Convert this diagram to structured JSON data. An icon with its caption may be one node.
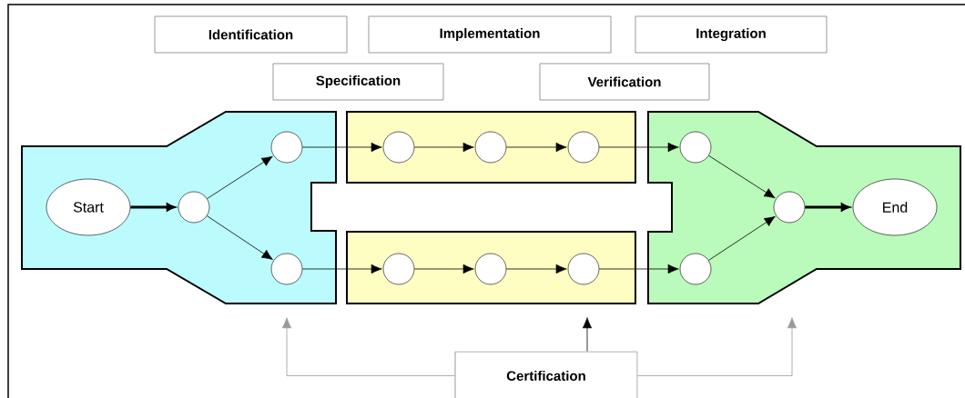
{
  "diagram": {
    "nodes": [
      {
        "text": [
          "Identification"
        ]
      },
      {
        "text": [
          "Implementation"
        ]
      },
      {
        "text": [
          "Integration"
        ]
      },
      {
        "text": [
          "Specification"
        ]
      },
      {
        "text": [
          "Verification"
        ]
      },
      {
        "text": [],
        "shape": "box"
      },
      {
        "text": [],
        "shape": "box"
      },
      {
        "text": [],
        "shape": "box"
      },
      {
        "text": [],
        "shape": "box"
      },
      {
        "text": [
          "Start"
        ],
        "in": 5
      },
      {
        "text": [],
        "shape": "circle",
        "in": 5
      },
      {
        "text": [],
        "shape": "circle",
        "in": 5
      },
      {
        "text": [],
        "shape": "circle",
        "in": 5
      },
      {
        "text": [],
        "shape": "circle",
        "in": 6
      },
      {
        "text": [],
        "shape": "circle",
        "in": 6
      },
      {
        "text": [],
        "shape": "circle",
        "in": 6
      },
      {
        "text": [],
        "shape": "circle",
        "in": 7
      },
      {
        "text": [],
        "shape": "circle",
        "in": 7
      },
      {
        "text": [],
        "shape": "circle",
        "in": 7
      },
      {
        "text": [],
        "shape": "circle",
        "in": 8
      },
      {
        "text": [],
        "shape": "circle",
        "in": 8
      },
      {
        "text": [],
        "shape": "circle",
        "in": 8
      },
      {
        "text": [
          "End"
        ],
        "in": 8
      },
      {
        "text": [
          "Certification"
        ]
      }
    ],
    "edges": [
      {
        "from": 9,
        "to": 10,
        "arrow": "to",
        "style": "thick"
      },
      {
        "from": 10,
        "to": 11,
        "arrow": "to"
      },
      {
        "from": 10,
        "to": 12,
        "arrow": "to"
      },
      {
        "from": 11,
        "to": 13,
        "arrow": "to"
      },
      {
        "from": 13,
        "to": 14,
        "arrow": "to"
      },
      {
        "from": 14,
        "to": 15,
        "arrow": "to"
      },
      {
        "from": 15,
        "to": 19,
        "arrow": "to"
      },
      {
        "from": 12,
        "to": 16,
        "arrow": "to"
      },
      {
        "from": 16,
        "to": 17,
        "arrow": "to"
      },
      {
        "from": 17,
        "to": 18,
        "arrow": "to"
      },
      {
        "from": 18,
        "to": 20,
        "arrow": "to"
      },
      {
        "from": 19,
        "to": 21,
        "arrow": "to"
      },
      {
        "from": 20,
        "to": 21,
        "arrow": "to"
      },
      {
        "from": 21,
        "to": 22,
        "arrow": "to",
        "style": "thick"
      },
      {
        "from": 23,
        "to": 5,
        "arrow": "to",
        "color": "#999999"
      },
      {
        "from": 23,
        "to": 7,
        "arrow": "to"
      },
      {
        "from": 23,
        "to": 8,
        "arrow": "to",
        "color": "#999999"
      }
    ]
  }
}
